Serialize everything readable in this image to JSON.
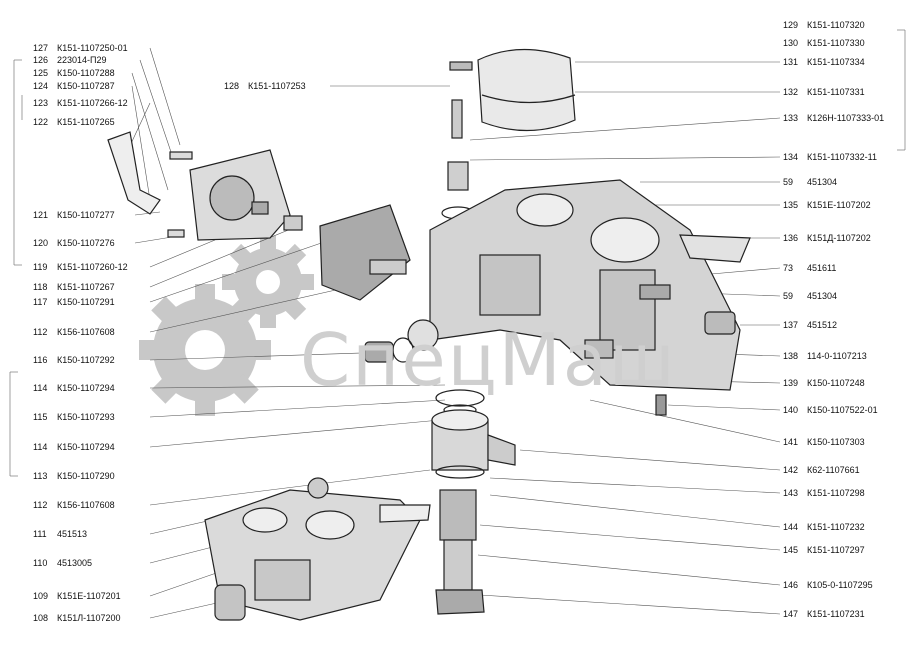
{
  "watermark": {
    "brand": "СпецМаш",
    "accent": "#c8c8c8"
  },
  "left_labels": [
    {
      "num": "127",
      "code": "К151-1107250-01"
    },
    {
      "num": "126",
      "code": "223014-П29"
    },
    {
      "num": "125",
      "code": "К150-1107288"
    },
    {
      "num": "124",
      "code": "К150-1107287"
    },
    {
      "num": "123",
      "code": "К151-1107266-12"
    },
    {
      "num": "122",
      "code": "К151-1107265"
    },
    {
      "num": "121",
      "code": "К150-1107277"
    },
    {
      "num": "120",
      "code": "К150-1107276"
    },
    {
      "num": "119",
      "code": "К151-1107260-12"
    },
    {
      "num": "118",
      "code": "К151-1107267"
    },
    {
      "num": "117",
      "code": "К150-1107291"
    },
    {
      "num": "112",
      "code": "К156-1107608"
    },
    {
      "num": "116",
      "code": "К150-1107292"
    },
    {
      "num": "114",
      "code": "К150-1107294"
    },
    {
      "num": "115",
      "code": "К150-1107293"
    },
    {
      "num": "114",
      "code": "К150-1107294"
    },
    {
      "num": "113",
      "code": "К150-1107290"
    },
    {
      "num": "112",
      "code": "К156-1107608"
    },
    {
      "num": "111",
      "code": "451513"
    },
    {
      "num": "110",
      "code": "4513005"
    },
    {
      "num": "109",
      "code": "К151Е-1107201"
    },
    {
      "num": "108",
      "code": "К151Л-1107200"
    }
  ],
  "top_label": {
    "num": "128",
    "code": "К151-1107253"
  },
  "right_labels": [
    {
      "num": "129",
      "code": "К151-1107320"
    },
    {
      "num": "130",
      "code": "К151-1107330"
    },
    {
      "num": "131",
      "code": "К151-1107334"
    },
    {
      "num": "132",
      "code": "К151-1107331"
    },
    {
      "num": "133",
      "code": "К126Н-1107333-01"
    },
    {
      "num": "134",
      "code": "К151-1107332-11"
    },
    {
      "num": "59",
      "code": "451304"
    },
    {
      "num": "135",
      "code": "К151Е-1107202"
    },
    {
      "num": "136",
      "code": "К151Д-1107202"
    },
    {
      "num": "73",
      "code": "451611"
    },
    {
      "num": "59",
      "code": "451304"
    },
    {
      "num": "137",
      "code": "451512"
    },
    {
      "num": "138",
      "code": "114-0-1107213"
    },
    {
      "num": "139",
      "code": "К150-1107248"
    },
    {
      "num": "140",
      "code": "К150-1107522-01"
    },
    {
      "num": "141",
      "code": "К150-1107303"
    },
    {
      "num": "142",
      "code": "К62-1107661"
    },
    {
      "num": "143",
      "code": "К151-1107298"
    },
    {
      "num": "144",
      "code": "К151-1107232"
    },
    {
      "num": "145",
      "code": "К151-1107297"
    },
    {
      "num": "146",
      "code": "К105-0-1107295"
    },
    {
      "num": "147",
      "code": "К151-1107231"
    }
  ]
}
